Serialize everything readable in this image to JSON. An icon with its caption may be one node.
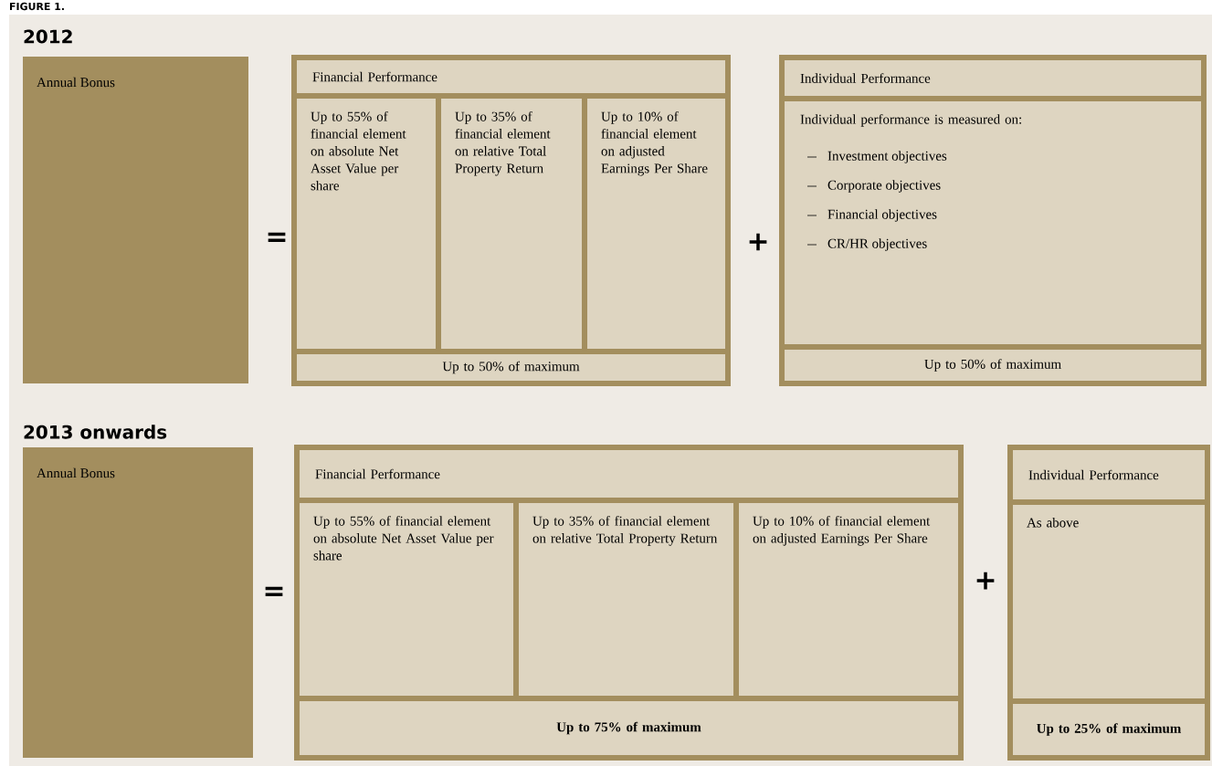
{
  "diagram": {
    "title": "FIGURE 1.",
    "nodes": [
      {
        "text": [
          "Annual Bonus"
        ]
      },
      {
        "text": [
          "Financial Performance",
          "Up to 50% of maximum"
        ]
      },
      {
        "text": [
          "Up to 55% of financial element on absolute Net Asset Value per share"
        ],
        "in": 1
      },
      {
        "text": [
          "Up to 35% of financial element on relative Total Property Return"
        ],
        "in": 1
      },
      {
        "text": [
          "Up to 10% of financial element on adjusted Earnings Per Share"
        ],
        "in": 1
      },
      {
        "text": [
          "Individual Performance",
          "Up to 50% of maximum"
        ]
      },
      {
        "text": [
          "Individual performance is measured on:",
          "Investment objectives",
          "Corporate objectives",
          "Financial objectives",
          "CR/HR objectives"
        ],
        "in": 5
      },
      {
        "text": [
          "Annual Bonus"
        ]
      },
      {
        "text": [
          "Financial Performance",
          "Up to 75% of maximum"
        ]
      },
      {
        "text": [
          "Up to 55% of financial element on absolute Net Asset Value per share"
        ],
        "in": 8
      },
      {
        "text": [
          "Up to 35% of financial element on relative Total Property Return"
        ],
        "in": 8
      },
      {
        "text": [
          "Up to 10% of financial element on adjusted Earnings Per Share"
        ],
        "in": 8
      },
      {
        "text": [
          "Individual Performance",
          "Up to 25% of maximum"
        ]
      },
      {
        "text": [
          "As above"
        ],
        "in": 12
      }
    ],
    "labels": [
      "2012",
      "=",
      "+",
      "2013 onwards",
      "=",
      "+"
    ]
  }
}
